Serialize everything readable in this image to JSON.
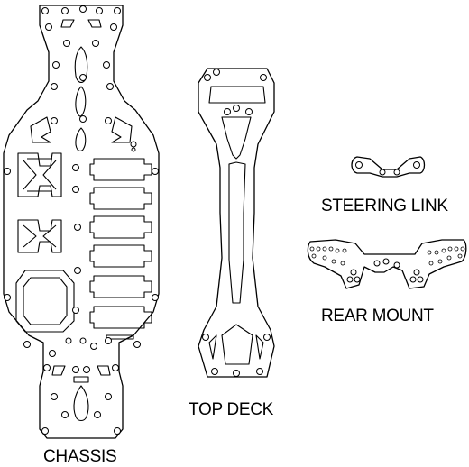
{
  "labels": {
    "chassis": "CHASSIS",
    "top_deck": "TOP DECK",
    "steering_link": "STEERING LINK",
    "rear_mount": "REAR MOUNT"
  },
  "colors": {
    "line": "#000000",
    "background": "#ffffff"
  }
}
